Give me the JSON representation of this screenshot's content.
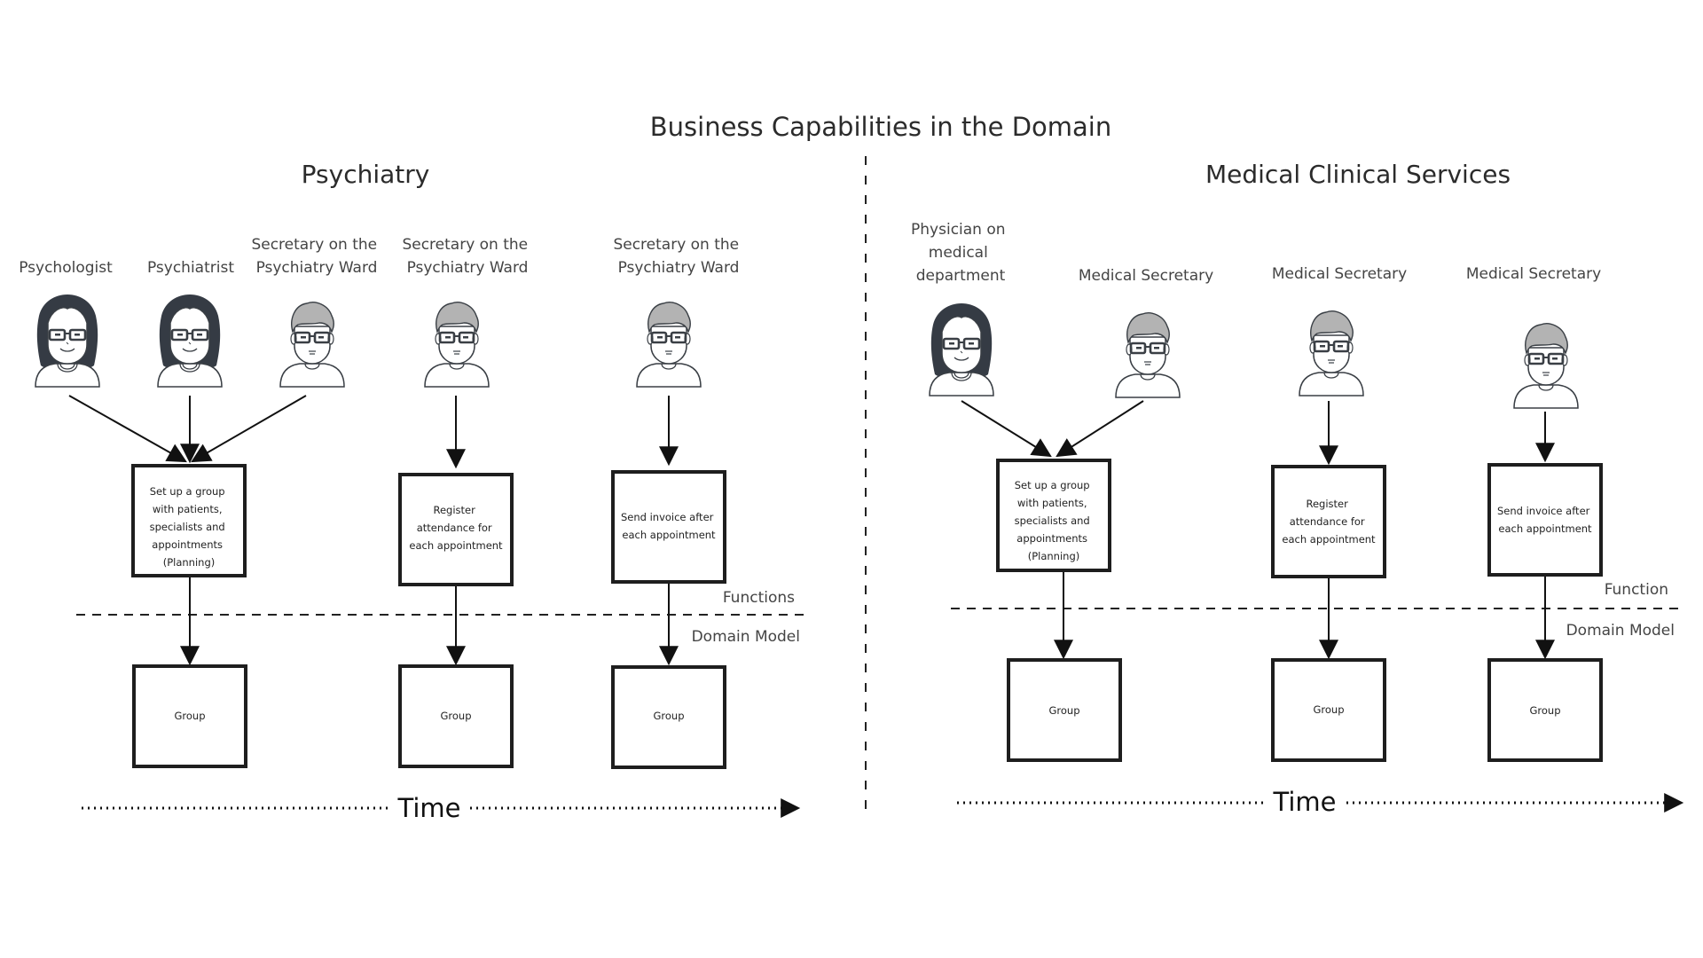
{
  "title": "Business Capabilities in the Domain",
  "colors": {
    "hair_female": "#353b44",
    "hair_male": "#b3b3b3",
    "stroke": "#3a3f45",
    "box_border": "#1e1e1e"
  },
  "sections": [
    {
      "id": "psychiatry",
      "title": "Psychiatry",
      "actors": [
        {
          "label_lines": [
            "Psychologist"
          ],
          "avatar": "female"
        },
        {
          "label_lines": [
            "Psychiatrist"
          ],
          "avatar": "female"
        },
        {
          "label_lines": [
            "Secretary on the",
            "Psychiatry Ward"
          ],
          "avatar": "male"
        },
        {
          "label_lines": [
            "Secretary on the",
            "Psychiatry Ward"
          ],
          "avatar": "male"
        },
        {
          "label_lines": [
            "Secretary on the",
            "Psychiatry Ward"
          ],
          "avatar": "male"
        }
      ],
      "functions": [
        {
          "lines": [
            "Set up a group",
            "with patients,",
            "specialists and",
            "appointments",
            "(Planning)"
          ]
        },
        {
          "lines": [
            "Register",
            "attendance for",
            "each appointment"
          ]
        },
        {
          "lines": [
            "Send invoice after",
            "each appointment"
          ]
        }
      ],
      "domain_models": [
        {
          "label": "Group"
        },
        {
          "label": "Group"
        },
        {
          "label": "Group"
        }
      ],
      "layer_labels": {
        "upper": "Functions",
        "lower": "Domain Model"
      },
      "time_label": "Time"
    },
    {
      "id": "medical-clinical-services",
      "title": "Medical Clinical Services",
      "actors": [
        {
          "label_lines": [
            "Physician on",
            "medical",
            "department"
          ],
          "avatar": "female"
        },
        {
          "label_lines": [
            "Medical Secretary"
          ],
          "avatar": "male"
        },
        {
          "label_lines": [
            "Medical Secretary"
          ],
          "avatar": "male"
        },
        {
          "label_lines": [
            "Medical Secretary"
          ],
          "avatar": "male"
        }
      ],
      "functions": [
        {
          "lines": [
            "Set up a group",
            "with patients,",
            "specialists and",
            "appointments",
            "(Planning)"
          ]
        },
        {
          "lines": [
            "Register",
            "attendance for",
            "each appointment"
          ]
        },
        {
          "lines": [
            "Send invoice after",
            "each appointment"
          ]
        }
      ],
      "domain_models": [
        {
          "label": "Group"
        },
        {
          "label": "Group"
        },
        {
          "label": "Group"
        }
      ],
      "layer_labels": {
        "upper": "Function",
        "lower": "Domain Model"
      },
      "time_label": "Time"
    }
  ]
}
